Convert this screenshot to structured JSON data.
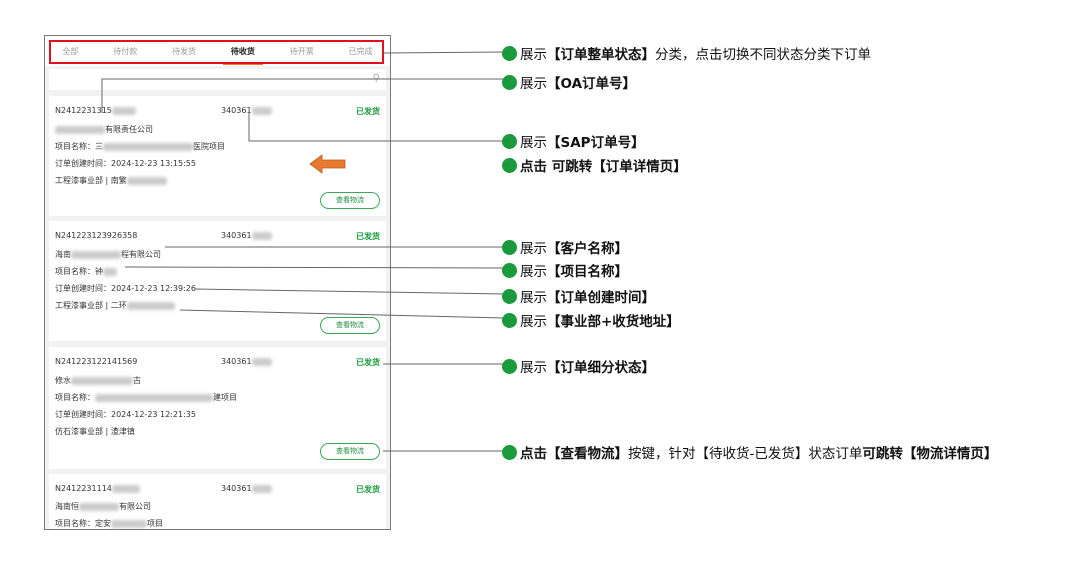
{
  "tabs": [
    "全部",
    "待付款",
    "待发货",
    "待收货",
    "待开票",
    "已完成"
  ],
  "active_tab": "待收货",
  "orders": [
    {
      "oa": "N2412231315",
      "sap": "340361",
      "customer": "有限责任公司",
      "project_label": "项目名称：",
      "project": "三",
      "project_tail": "医院项目",
      "time_label": "订单创建时间：",
      "time": "2024-12-23 13:15:55",
      "dept": "工程漆事业部 | 南繁",
      "status": "已发货",
      "button": "查看物流"
    },
    {
      "oa": "N241223123926358",
      "sap": "340361",
      "customer": "海南",
      "customer_tail": "程有限公司",
      "project_label": "项目名称：",
      "project": "钟",
      "time_label": "订单创建时间：",
      "time": "2024-12-23 12:39:26",
      "dept": "工程漆事业部 | 二环",
      "status": "已发货",
      "button": "查看物流"
    },
    {
      "oa": "N241223122141569",
      "sap": "340361",
      "customer": "修水",
      "customer_tail": "古",
      "project_label": "项目名称：",
      "project": "",
      "project_tail": "建项目",
      "time_label": "订单创建时间：",
      "time": "2024-12-23 12:21:35",
      "dept": "仿石漆事业部 | 渣津镇",
      "status": "已发货",
      "button": "查看物流"
    },
    {
      "oa": "N2412231114",
      "sap": "340361",
      "customer": "海南恒",
      "customer_tail": "有限公司",
      "project_label": "项目名称：",
      "project": "定安",
      "project_tail": "项目",
      "status": "已发货"
    }
  ],
  "annotations": [
    [
      "展示",
      "【订单整单状态】",
      "分类，点击切换不同状态分类下订单"
    ],
    [
      "展示",
      "【OA订单号】"
    ],
    [
      "展示",
      "【SAP订单号】"
    ],
    [
      "点击 可跳转【订单详情页】"
    ],
    [
      "展示",
      "【客户名称】"
    ],
    [
      "展示",
      "【项目名称】"
    ],
    [
      "展示",
      "【订单创建时间】"
    ],
    [
      "展示",
      "【事业部+收货地址】"
    ],
    [
      "展示",
      "【订单细分状态】"
    ],
    [
      "点击【查看物流】",
      "按键，针对【待收货-已发货】状态订单",
      "可跳转【物流详情页】"
    ]
  ]
}
